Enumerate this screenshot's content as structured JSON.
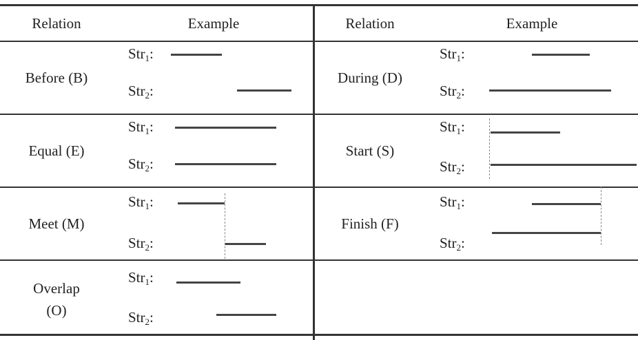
{
  "header": {
    "left_relation": "Relation",
    "left_example": "Example",
    "right_relation": "Relation",
    "right_example": "Example"
  },
  "string_label_base": "Str",
  "string_label_colon": ":",
  "relations": [
    {
      "name": "Before (B)"
    },
    {
      "name": "Equal (E)"
    },
    {
      "name": "Meet (M)"
    },
    {
      "name": "Overlap",
      "name_line2": "(O)"
    },
    {
      "name": "During (D)"
    },
    {
      "name": "Start (S)"
    },
    {
      "name": "Finish (F)"
    }
  ],
  "string_indices": [
    "1",
    "2"
  ]
}
